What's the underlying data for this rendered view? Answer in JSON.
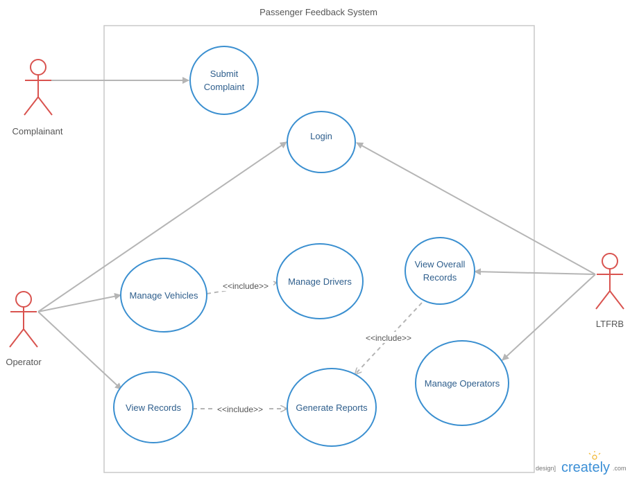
{
  "system": {
    "title": "Passenger Feedback System"
  },
  "actors": {
    "complainant": "Complainant",
    "operator": "Operator",
    "ltfrb": "LTFRB"
  },
  "use_cases": {
    "submit_complaint": [
      "Submit",
      "Complaint"
    ],
    "login": [
      "Login"
    ],
    "manage_vehicles": [
      "Manage Vehicles"
    ],
    "manage_drivers": [
      "Manage Drivers"
    ],
    "view_overall_records": [
      "View Overall",
      "Records"
    ],
    "view_records": [
      "View Records"
    ],
    "generate_reports": [
      "Generate Reports"
    ],
    "manage_operators": [
      "Manage Operators"
    ]
  },
  "relations": {
    "include_1": "<<include>>",
    "include_2": "<<include>>",
    "include_3": "<<include>>"
  },
  "branding": {
    "prefix": "design]",
    "name": "creately",
    "suffix": ".com"
  },
  "colors": {
    "use_case_stroke": "#3a8fd0",
    "use_case_text": "#2e5e8c",
    "actor_stroke": "#d9534f",
    "line": "#b5b5b5",
    "boundary": "#c8c8c8"
  }
}
